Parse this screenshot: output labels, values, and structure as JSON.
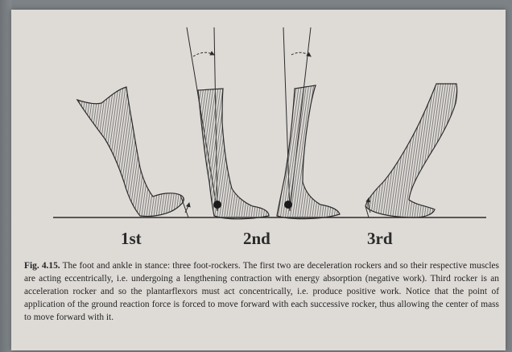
{
  "labels": {
    "first": "1st",
    "second": "2nd",
    "third": "3rd"
  },
  "caption": {
    "figure_number": "Fig. 4.15.",
    "text": "The foot and ankle in stance: three foot-rockers. The first two are deceleration rockers and so their respective muscles are acting eccentrically, i.e. undergoing a lengthening contraction with energy absorption (negative work). Third rocker is an acceleration rocker and so the plantarflexors must act concentrically, i.e. produce positive work. Notice that the point of application of the ground reaction force is forced to move forward with each successive rocker, thus allowing the center of mass to move forward with it."
  },
  "colors": {
    "ink": "#2b2b2b",
    "paper": "#dedbd7",
    "background": "#7c8286"
  }
}
